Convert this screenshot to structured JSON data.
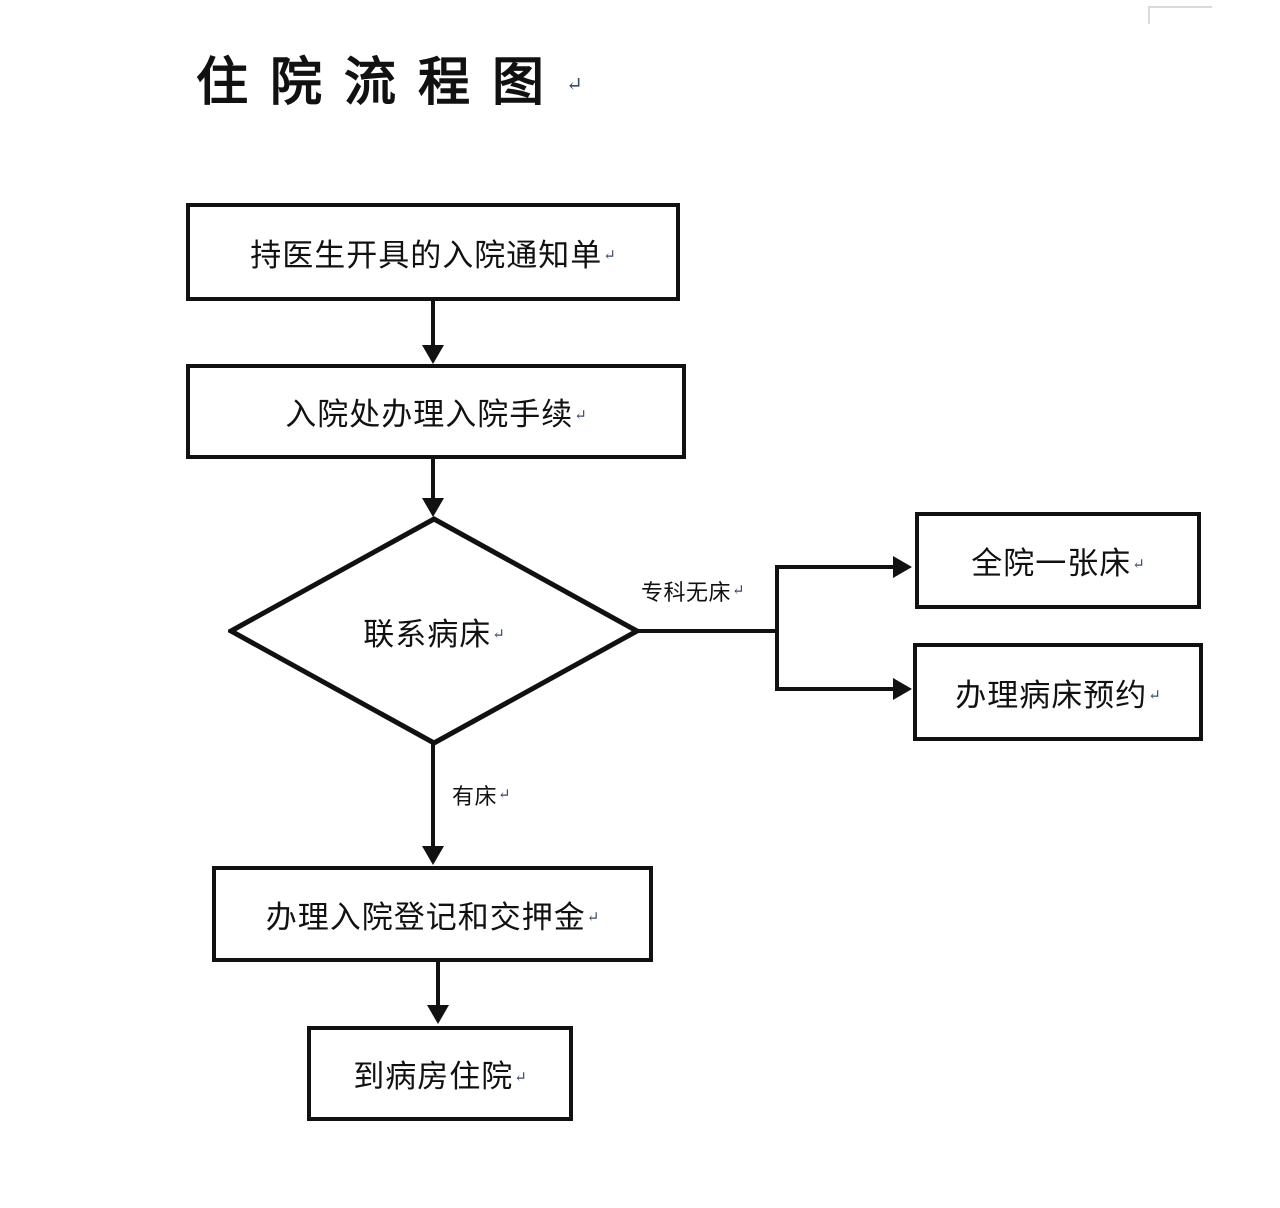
{
  "document": {
    "title": "住院流程图",
    "pilcrow": "↵"
  },
  "flowchart": {
    "nodes": [
      {
        "id": "notice",
        "shape": "process",
        "text": "持医生开具的入院通知单",
        "pilcrow": "↵"
      },
      {
        "id": "admission",
        "shape": "process",
        "text": "入院处办理入院手续",
        "pilcrow": "↵"
      },
      {
        "id": "contact-bed",
        "shape": "decision",
        "text": "联系病床",
        "pilcrow": "↵"
      },
      {
        "id": "hospital-bed",
        "shape": "process",
        "text": "全院一张床",
        "pilcrow": "↵"
      },
      {
        "id": "bed-booking",
        "shape": "process",
        "text": "办理病床预约",
        "pilcrow": "↵"
      },
      {
        "id": "register-pay",
        "shape": "process",
        "text": "办理入院登记和交押金",
        "pilcrow": "↵"
      },
      {
        "id": "go-to-ward",
        "shape": "process",
        "text": "到病房住院",
        "pilcrow": "↵"
      }
    ],
    "edge_labels": [
      {
        "id": "no-bed",
        "text": "专科无床",
        "pilcrow": "↵"
      },
      {
        "id": "has-bed",
        "text": "有床",
        "pilcrow": "↵"
      }
    ],
    "colors": {
      "stroke": "#111111",
      "fill": "#ffffff",
      "pilcrow": "#3a4a6b",
      "margin_mark": "#d9d9d9"
    }
  }
}
